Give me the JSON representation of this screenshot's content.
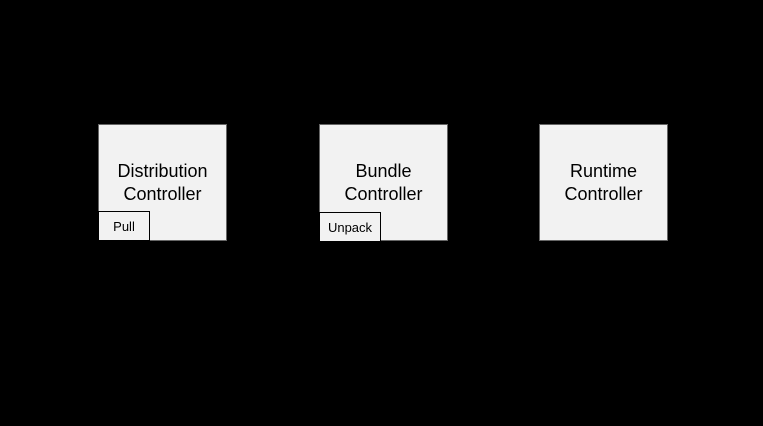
{
  "colors": {
    "bg": "#000000",
    "box_fill": "#f2f2f2",
    "box_border": "#666666",
    "badge_border": "#000000",
    "text": "#000000"
  },
  "diagram": {
    "nodes": [
      {
        "id": "distribution-controller",
        "title": "Distribution\nController",
        "badge": "Pull"
      },
      {
        "id": "bundle-controller",
        "title": "Bundle\nController",
        "badge": "Unpack"
      },
      {
        "id": "runtime-controller",
        "title": "Runtime\nController",
        "badge": null
      }
    ]
  }
}
